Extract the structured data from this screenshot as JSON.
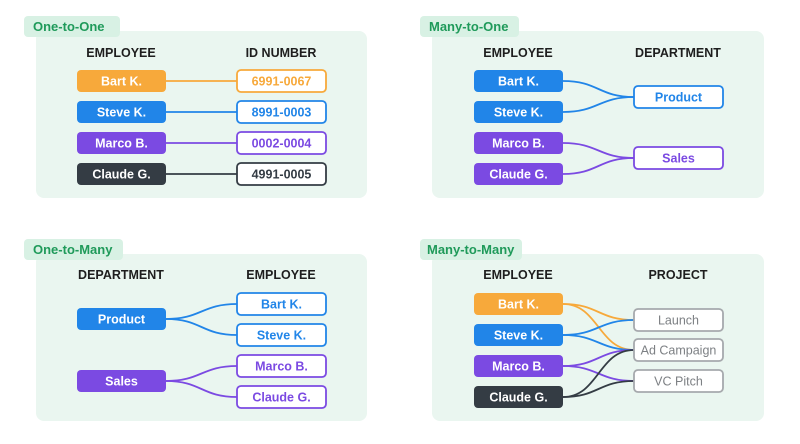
{
  "colors": {
    "orange": "#f7a93b",
    "blue": "#2185e8",
    "purple": "#7b4ae2",
    "dark": "#343c44",
    "gray": "#a6a9ad"
  },
  "one_to_one": {
    "title": "One-to-One",
    "left_header": "EMPLOYEE",
    "right_header": "ID NUMBER",
    "left": [
      {
        "label": "Bart K.",
        "color": "orange"
      },
      {
        "label": "Steve K.",
        "color": "blue"
      },
      {
        "label": "Marco B.",
        "color": "purple"
      },
      {
        "label": "Claude G.",
        "color": "dark"
      }
    ],
    "right": [
      {
        "label": "6991-0067",
        "color": "orange"
      },
      {
        "label": "8991-0003",
        "color": "blue"
      },
      {
        "label": "0002-0004",
        "color": "purple"
      },
      {
        "label": "4991-0005",
        "color": "dark"
      }
    ],
    "links": [
      [
        0,
        0,
        "orange"
      ],
      [
        1,
        1,
        "blue"
      ],
      [
        2,
        2,
        "purple"
      ],
      [
        3,
        3,
        "dark"
      ]
    ]
  },
  "many_to_one": {
    "title": "Many-to-One",
    "left_header": "EMPLOYEE",
    "right_header": "DEPARTMENT",
    "left": [
      {
        "label": "Bart K.",
        "color": "blue"
      },
      {
        "label": "Steve K.",
        "color": "blue"
      },
      {
        "label": "Marco B.",
        "color": "purple"
      },
      {
        "label": "Claude G.",
        "color": "purple"
      }
    ],
    "right": [
      {
        "label": "Product",
        "color": "blue"
      },
      {
        "label": "Sales",
        "color": "purple"
      }
    ],
    "links": [
      [
        0,
        0,
        "blue"
      ],
      [
        1,
        0,
        "blue"
      ],
      [
        2,
        1,
        "purple"
      ],
      [
        3,
        1,
        "purple"
      ]
    ]
  },
  "one_to_many": {
    "title": "One-to-Many",
    "left_header": "DEPARTMENT",
    "right_header": "EMPLOYEE",
    "left": [
      {
        "label": "Product",
        "color": "blue"
      },
      {
        "label": "Sales",
        "color": "purple"
      }
    ],
    "right": [
      {
        "label": "Bart K.",
        "color": "blue"
      },
      {
        "label": "Steve K.",
        "color": "blue"
      },
      {
        "label": "Marco B.",
        "color": "purple"
      },
      {
        "label": "Claude G.",
        "color": "purple"
      }
    ],
    "links": [
      [
        0,
        0,
        "blue"
      ],
      [
        0,
        1,
        "blue"
      ],
      [
        1,
        2,
        "purple"
      ],
      [
        1,
        3,
        "purple"
      ]
    ]
  },
  "many_to_many": {
    "title": "Many-to-Many",
    "left_header": "EMPLOYEE",
    "right_header": "PROJECT",
    "left": [
      {
        "label": "Bart K.",
        "color": "orange"
      },
      {
        "label": "Steve K.",
        "color": "blue"
      },
      {
        "label": "Marco B.",
        "color": "purple"
      },
      {
        "label": "Claude G.",
        "color": "dark"
      }
    ],
    "right": [
      {
        "label": "Launch",
        "color": "gray"
      },
      {
        "label": "Ad Campaign",
        "color": "gray"
      },
      {
        "label": "VC Pitch",
        "color": "gray"
      }
    ],
    "links": [
      [
        0,
        0,
        "orange"
      ],
      [
        0,
        1,
        "orange"
      ],
      [
        1,
        0,
        "blue"
      ],
      [
        1,
        1,
        "blue"
      ],
      [
        2,
        1,
        "purple"
      ],
      [
        2,
        2,
        "purple"
      ],
      [
        3,
        1,
        "dark"
      ],
      [
        3,
        2,
        "dark"
      ]
    ]
  }
}
